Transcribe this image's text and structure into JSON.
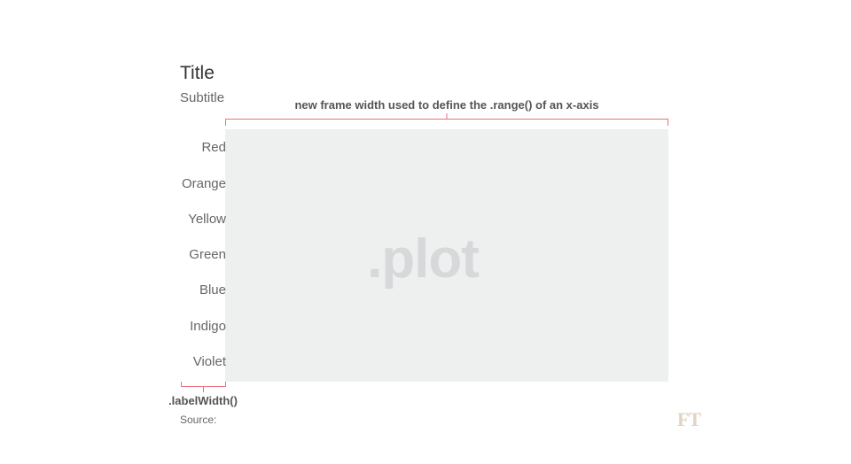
{
  "header": {
    "title": "Title",
    "subtitle": "Subtitle"
  },
  "plot": {
    "label": ".plot"
  },
  "labels": [
    "Red",
    "Orange",
    "Yellow",
    "Green",
    "Blue",
    "Indigo",
    "Violet"
  ],
  "annotations": {
    "frame_width": "new frame width used to define the .range() of an x-axis",
    "label_width": ".labelWidth()"
  },
  "footer": {
    "source": "Source:",
    "logo": "FT"
  },
  "colors": {
    "bracket": "#e8747c",
    "plot_bg": "#eeefef",
    "plot_text": "#d7d8da",
    "logo": "#e2d4c3"
  }
}
